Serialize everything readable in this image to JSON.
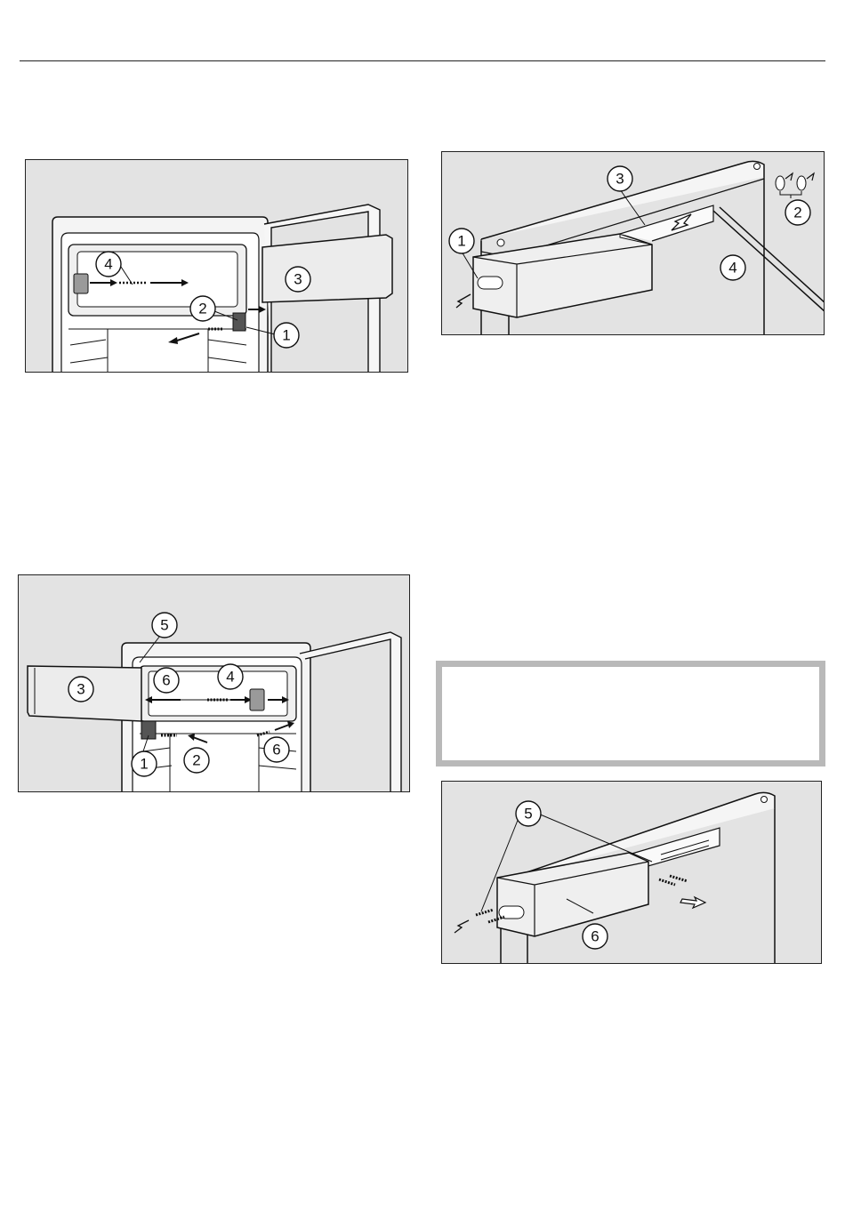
{
  "figures": [
    {
      "id": "fig-1",
      "labels": [
        "1",
        "2",
        "3",
        "4"
      ]
    },
    {
      "id": "fig-2",
      "labels": [
        "1",
        "2",
        "3",
        "4"
      ]
    },
    {
      "id": "fig-3",
      "labels": [
        "1",
        "2",
        "3",
        "4",
        "5",
        "6",
        "6"
      ]
    },
    {
      "id": "fig-4",
      "labels": [
        "5",
        "6"
      ]
    }
  ],
  "colors": {
    "panel": "#e3e3e3",
    "line": "#111111",
    "note_border": "#b9b9b9"
  }
}
